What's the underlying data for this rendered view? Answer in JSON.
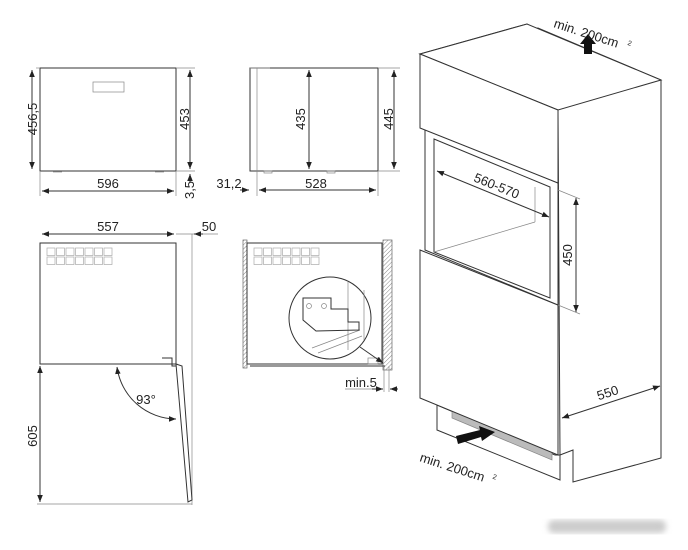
{
  "front_view": {
    "width": "596",
    "height_total": "456,5",
    "height_body": "453",
    "foot": "3,5"
  },
  "side_view": {
    "offset": "31,2",
    "depth": "528",
    "inner_height": "435",
    "height": "445"
  },
  "top_view": {
    "width": "557",
    "door_clearance": "50",
    "door_depth": "605",
    "door_angle": "93°"
  },
  "detail_view": {
    "gap": "min.5"
  },
  "cabinet": {
    "top_vent": "min. 200cm",
    "top_vent_unit_sup": "2",
    "niche_width": "560-570",
    "niche_height": "450",
    "cabinet_depth": "550",
    "bottom_vent": "min. 200cm",
    "bottom_vent_unit_sup": "2"
  },
  "colors": {
    "line": "#333333",
    "hatch": "#999999"
  }
}
